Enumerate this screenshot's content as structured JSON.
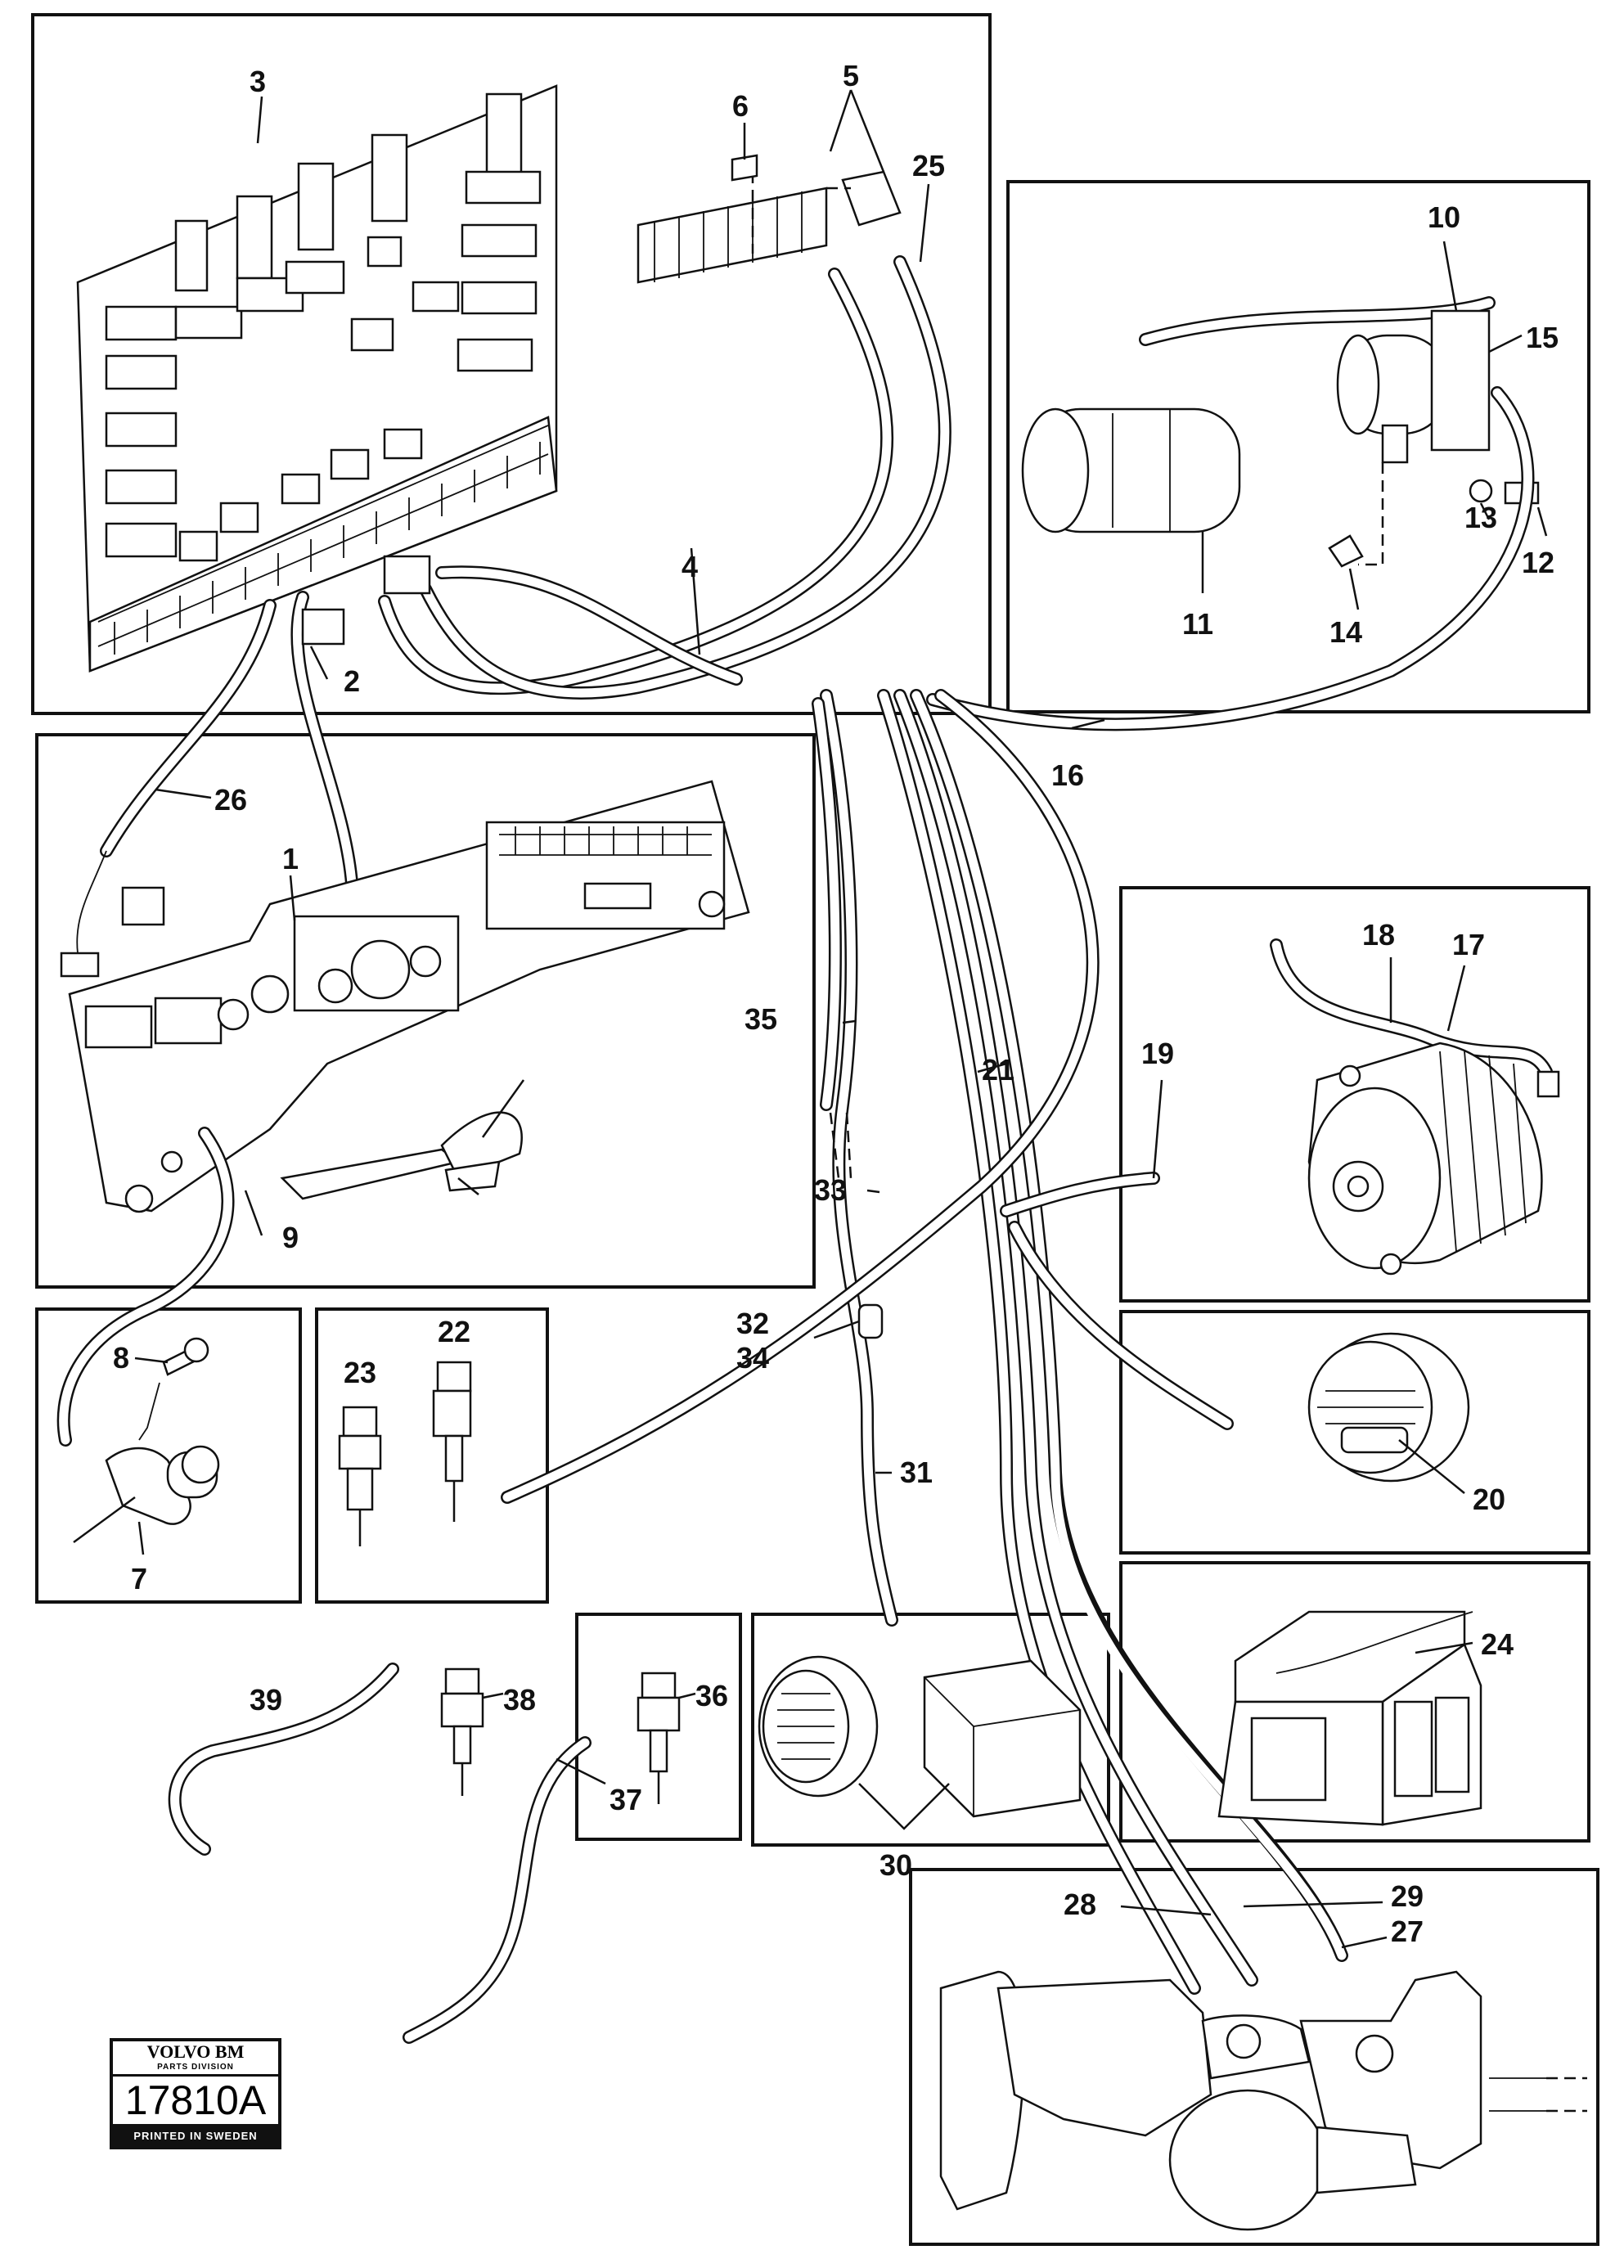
{
  "callouts": {
    "c1": "1",
    "c2": "2",
    "c3": "3",
    "c4": "4",
    "c5": "5",
    "c6": "6",
    "c7": "7",
    "c8": "8",
    "c9": "9",
    "c10": "10",
    "c11": "11",
    "c12": "12",
    "c13": "13",
    "c14": "14",
    "c15": "15",
    "c16": "16",
    "c17": "17",
    "c18": "18",
    "c19": "19",
    "c20": "20",
    "c21": "21",
    "c22": "22",
    "c23": "23",
    "c24": "24",
    "c25": "25",
    "c26": "26",
    "c27": "27",
    "c28": "28",
    "c29": "29",
    "c30": "30",
    "c31": "31",
    "c32": "32",
    "c33": "33",
    "c34": "34",
    "c35": "35",
    "c36": "36",
    "c37": "37",
    "c38": "38",
    "c39": "39"
  },
  "stamp": {
    "brand": "VOLVO BM",
    "division": "PARTS DIVISION",
    "code": "17810A",
    "printed": "PRINTED IN SWEDEN"
  }
}
